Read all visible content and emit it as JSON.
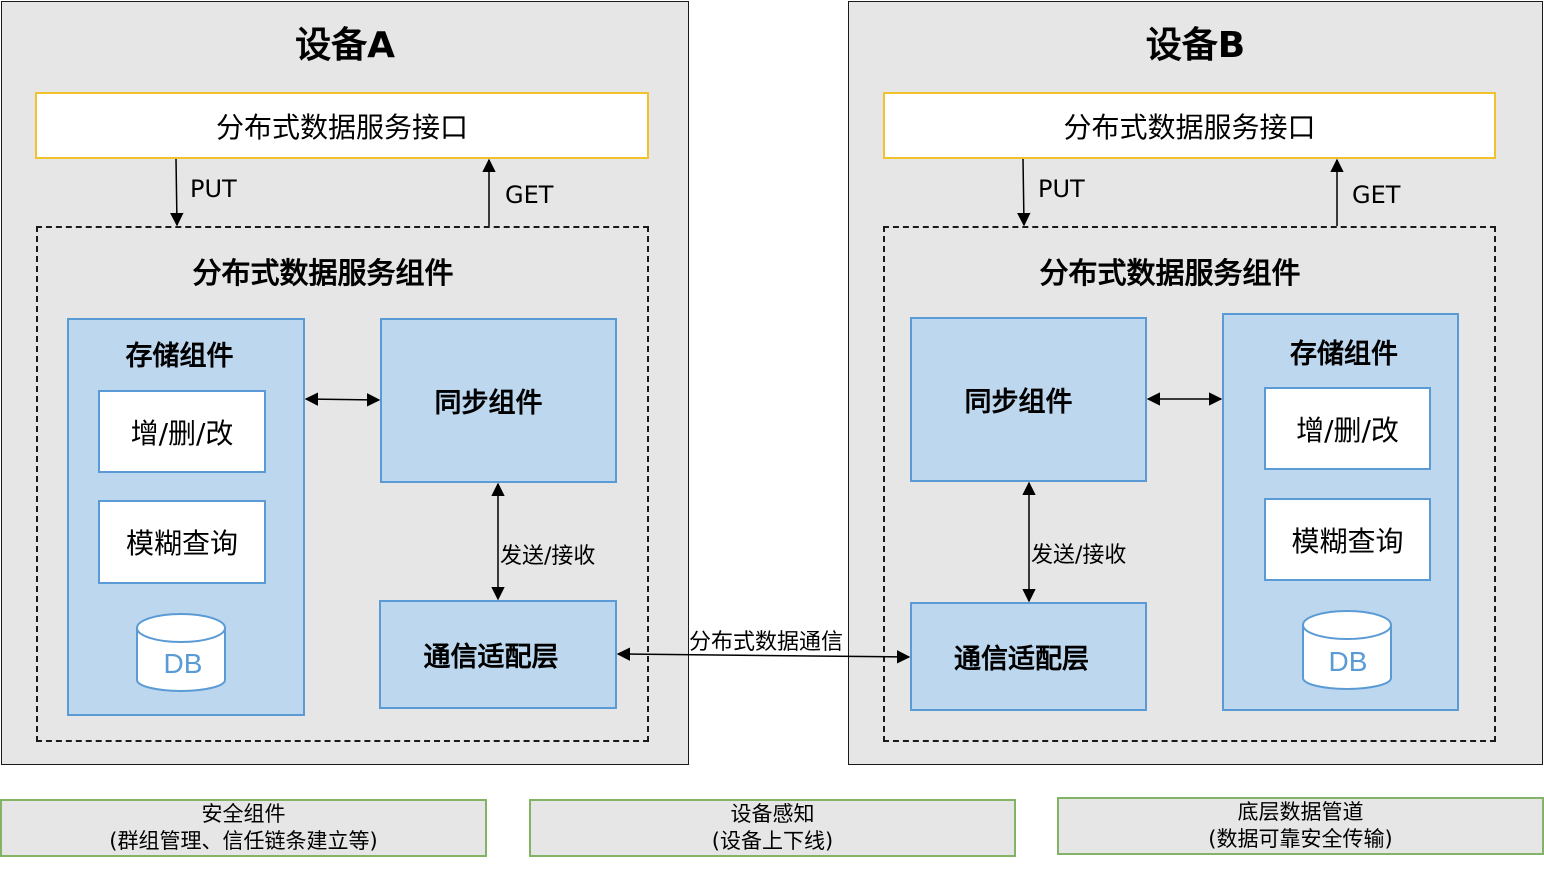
{
  "deviceA": {
    "title": "设备A",
    "interface": "分布式数据服务接口",
    "put_label": "PUT",
    "get_label": "GET",
    "component_title": "分布式数据服务组件",
    "storage": {
      "title": "存储组件",
      "crud": "增/删/改",
      "query": "模糊查询",
      "db": "DB"
    },
    "sync": "同步组件",
    "send_receive": "发送/接收",
    "comm_layer": "通信适配层"
  },
  "deviceB": {
    "title": "设备B",
    "interface": "分布式数据服务接口",
    "put_label": "PUT",
    "get_label": "GET",
    "component_title": "分布式数据服务组件",
    "storage": {
      "title": "存储组件",
      "crud": "增/删/改",
      "query": "模糊查询",
      "db": "DB"
    },
    "sync": "同步组件",
    "send_receive": "发送/接收",
    "comm_layer": "通信适配层"
  },
  "link_label": "分布式数据通信",
  "bottom": [
    {
      "line1": "安全组件",
      "line2": "(群组管理、信任链条建立等)"
    },
    {
      "line1": "设备感知",
      "line2": "(设备上下线)"
    },
    {
      "line1": "底层数据管道",
      "line2": "(数据可靠安全传输)"
    }
  ],
  "colors": {
    "device_bg": "#e6e6e6",
    "interface_border": "#f2c12e",
    "component_fill": "#bdd7ee",
    "component_border": "#5b9bd5",
    "bottom_border": "#82b366"
  }
}
